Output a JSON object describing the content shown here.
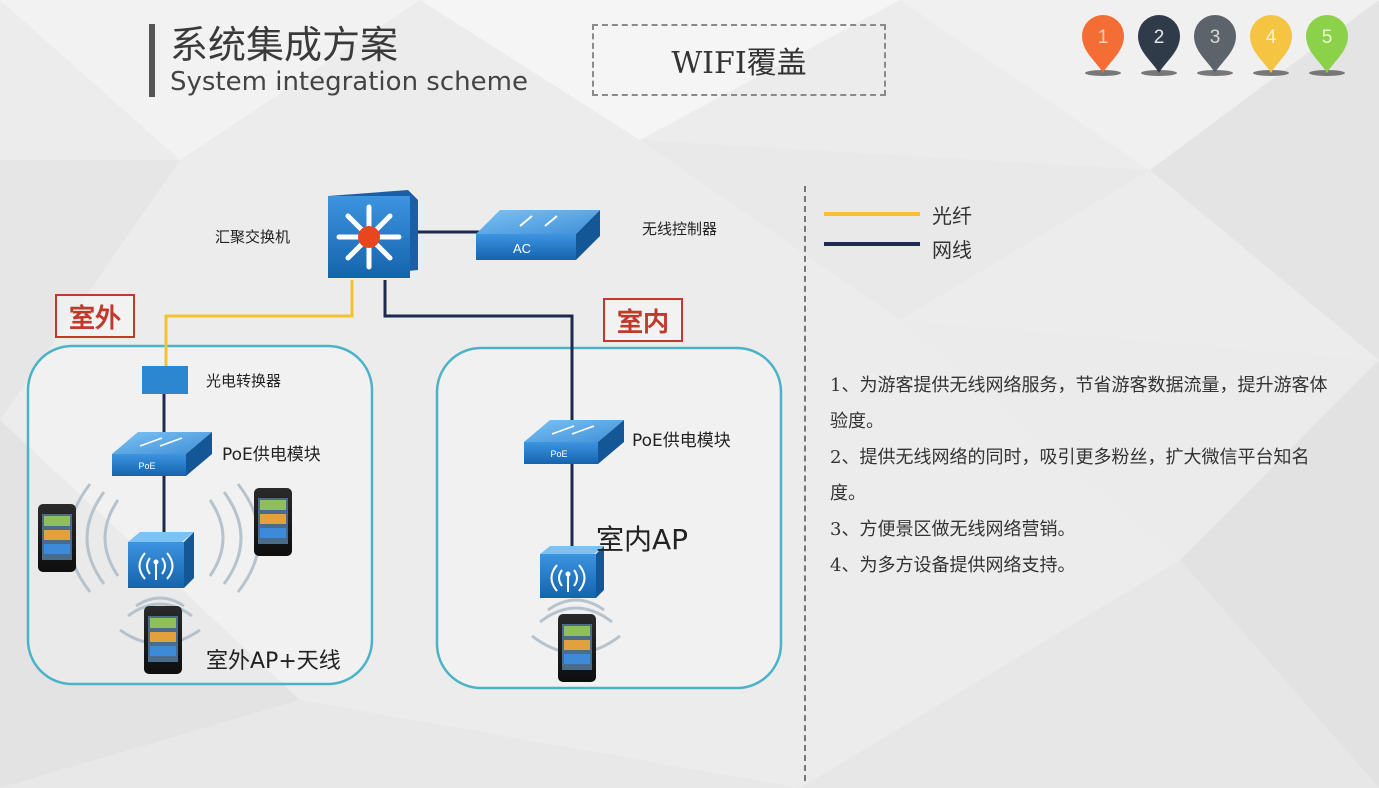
{
  "header": {
    "title_cn": "系统集成方案",
    "title_en": "System integration scheme",
    "tag": "WIFI覆盖"
  },
  "pins": [
    {
      "label": "1",
      "color": "#f36d35",
      "text_color": "#ffd2bf"
    },
    {
      "label": "2",
      "color": "#2f3b48",
      "text_color": "#e6e6e6"
    },
    {
      "label": "3",
      "color": "#5c636b",
      "text_color": "#d8d8d8"
    },
    {
      "label": "4",
      "color": "#f6c443",
      "text_color": "#fff3cf"
    },
    {
      "label": "5",
      "color": "#8bd24a",
      "text_color": "#e8ffd2"
    }
  ],
  "diagram": {
    "core_switch_label": "汇聚交换机",
    "ac_label": "AC",
    "ac_caption": "无线控制器",
    "outdoor_tag": "室外",
    "indoor_tag": "室内",
    "converter_label": "光电转换器",
    "poe_outdoor_label": "PoE供电模块",
    "poe_indoor_label": "PoE供电模块",
    "poe_badge": "PoE",
    "outdoor_ap_label": "室外AP+天线",
    "indoor_ap_label": "室内AP"
  },
  "legend": [
    {
      "label": "光纤",
      "color": "#f2c230"
    },
    {
      "label": "网线",
      "color": "#1d2a4d"
    }
  ],
  "list": [
    "1、为游客提供无线网络服务，节省游客数据流量，提升游客体验度。",
    "2、提供无线网络的同时，吸引更多粉丝，扩大微信平台知名度。",
    "3、方便景区做无线网络营销。",
    "4、为多方设备提供网络支持。"
  ],
  "colors": {
    "fiber": "#f2c230",
    "cable": "#1d2a4d",
    "device_blue": "#1f78c8",
    "zone_border": "#4ab3c8",
    "tag_red": "#c0392b"
  }
}
